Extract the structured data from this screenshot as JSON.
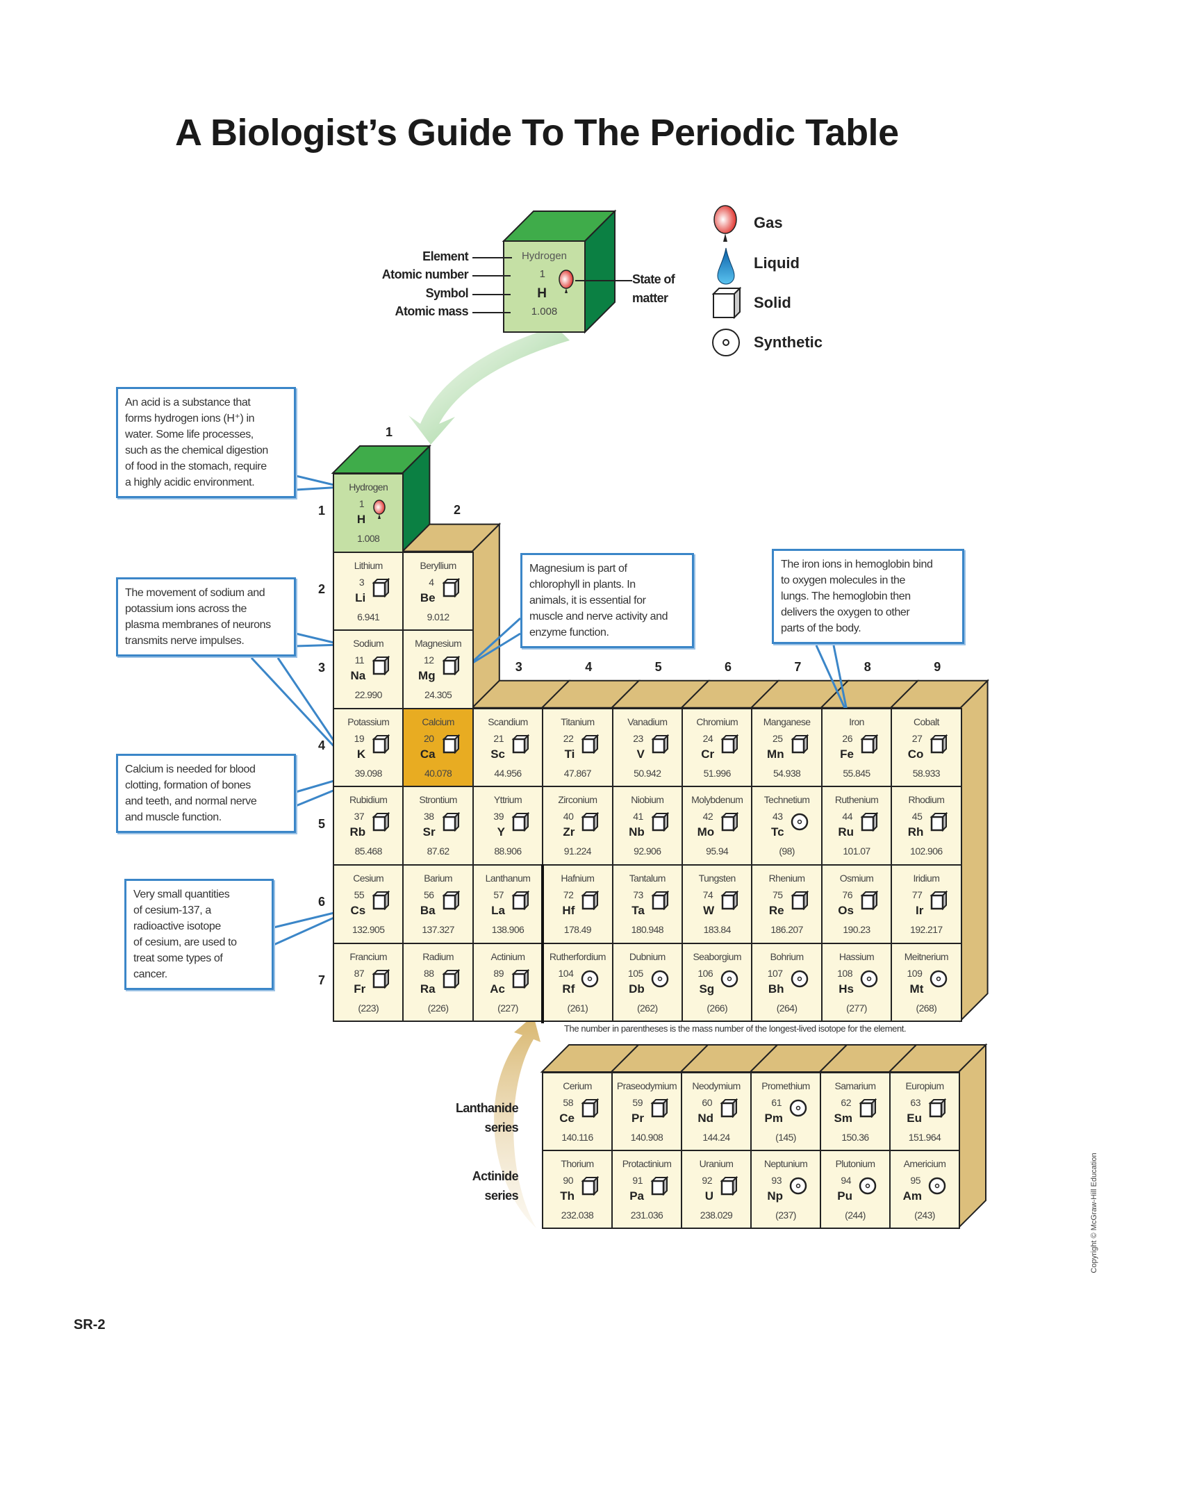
{
  "title": "A Biologist’s Guide To The Periodic Table",
  "key": {
    "element_label": "Element",
    "atomic_number_label": "Atomic number",
    "symbol_label": "Symbol",
    "atomic_mass_label": "Atomic mass",
    "state_label_1": "State of",
    "state_label_2": "matter",
    "sample": {
      "name": "Hydrogen",
      "number": "1",
      "symbol": "H",
      "mass": "1.008",
      "state": "gas"
    }
  },
  "legend": [
    {
      "icon": "gas",
      "label": "Gas"
    },
    {
      "icon": "liquid",
      "label": "Liquid"
    },
    {
      "icon": "solid",
      "label": "Solid"
    },
    {
      "icon": "synthetic",
      "label": "Synthetic"
    }
  ],
  "group_numbers": [
    "1",
    "2",
    "3",
    "4",
    "5",
    "6",
    "7",
    "8",
    "9"
  ],
  "period_numbers": [
    "1",
    "2",
    "3",
    "4",
    "5",
    "6",
    "7"
  ],
  "elements": [
    {
      "name": "Hydrogen",
      "number": "1",
      "symbol": "H",
      "mass": "1.008",
      "state": "gas",
      "period": 1,
      "group": 1
    },
    {
      "name": "Lithium",
      "number": "3",
      "symbol": "Li",
      "mass": "6.941",
      "state": "solid",
      "period": 2,
      "group": 1
    },
    {
      "name": "Beryllium",
      "number": "4",
      "symbol": "Be",
      "mass": "9.012",
      "state": "solid",
      "period": 2,
      "group": 2
    },
    {
      "name": "Sodium",
      "number": "11",
      "symbol": "Na",
      "mass": "22.990",
      "state": "solid",
      "period": 3,
      "group": 1
    },
    {
      "name": "Magnesium",
      "number": "12",
      "symbol": "Mg",
      "mass": "24.305",
      "state": "solid",
      "period": 3,
      "group": 2
    },
    {
      "name": "Potassium",
      "number": "19",
      "symbol": "K",
      "mass": "39.098",
      "state": "solid",
      "period": 4,
      "group": 1
    },
    {
      "name": "Calcium",
      "number": "20",
      "symbol": "Ca",
      "mass": "40.078",
      "state": "solid",
      "period": 4,
      "group": 2,
      "highlight": true
    },
    {
      "name": "Scandium",
      "number": "21",
      "symbol": "Sc",
      "mass": "44.956",
      "state": "solid",
      "period": 4,
      "group": 3
    },
    {
      "name": "Titanium",
      "number": "22",
      "symbol": "Ti",
      "mass": "47.867",
      "state": "solid",
      "period": 4,
      "group": 4
    },
    {
      "name": "Vanadium",
      "number": "23",
      "symbol": "V",
      "mass": "50.942",
      "state": "solid",
      "period": 4,
      "group": 5
    },
    {
      "name": "Chromium",
      "number": "24",
      "symbol": "Cr",
      "mass": "51.996",
      "state": "solid",
      "period": 4,
      "group": 6
    },
    {
      "name": "Manganese",
      "number": "25",
      "symbol": "Mn",
      "mass": "54.938",
      "state": "solid",
      "period": 4,
      "group": 7
    },
    {
      "name": "Iron",
      "number": "26",
      "symbol": "Fe",
      "mass": "55.845",
      "state": "solid",
      "period": 4,
      "group": 8
    },
    {
      "name": "Cobalt",
      "number": "27",
      "symbol": "Co",
      "mass": "58.933",
      "state": "solid",
      "period": 4,
      "group": 9
    },
    {
      "name": "Rubidium",
      "number": "37",
      "symbol": "Rb",
      "mass": "85.468",
      "state": "solid",
      "period": 5,
      "group": 1
    },
    {
      "name": "Strontium",
      "number": "38",
      "symbol": "Sr",
      "mass": "87.62",
      "state": "solid",
      "period": 5,
      "group": 2
    },
    {
      "name": "Yttrium",
      "number": "39",
      "symbol": "Y",
      "mass": "88.906",
      "state": "solid",
      "period": 5,
      "group": 3
    },
    {
      "name": "Zirconium",
      "number": "40",
      "symbol": "Zr",
      "mass": "91.224",
      "state": "solid",
      "period": 5,
      "group": 4
    },
    {
      "name": "Niobium",
      "number": "41",
      "symbol": "Nb",
      "mass": "92.906",
      "state": "solid",
      "period": 5,
      "group": 5
    },
    {
      "name": "Molybdenum",
      "number": "42",
      "symbol": "Mo",
      "mass": "95.94",
      "state": "solid",
      "period": 5,
      "group": 6
    },
    {
      "name": "Technetium",
      "number": "43",
      "symbol": "Tc",
      "mass": "(98)",
      "state": "synthetic",
      "period": 5,
      "group": 7
    },
    {
      "name": "Ruthenium",
      "number": "44",
      "symbol": "Ru",
      "mass": "101.07",
      "state": "solid",
      "period": 5,
      "group": 8
    },
    {
      "name": "Rhodium",
      "number": "45",
      "symbol": "Rh",
      "mass": "102.906",
      "state": "solid",
      "period": 5,
      "group": 9
    },
    {
      "name": "Cesium",
      "number": "55",
      "symbol": "Cs",
      "mass": "132.905",
      "state": "solid",
      "period": 6,
      "group": 1
    },
    {
      "name": "Barium",
      "number": "56",
      "symbol": "Ba",
      "mass": "137.327",
      "state": "solid",
      "period": 6,
      "group": 2
    },
    {
      "name": "Lanthanum",
      "number": "57",
      "symbol": "La",
      "mass": "138.906",
      "state": "solid",
      "period": 6,
      "group": 3
    },
    {
      "name": "Hafnium",
      "number": "72",
      "symbol": "Hf",
      "mass": "178.49",
      "state": "solid",
      "period": 6,
      "group": 4
    },
    {
      "name": "Tantalum",
      "number": "73",
      "symbol": "Ta",
      "mass": "180.948",
      "state": "solid",
      "period": 6,
      "group": 5
    },
    {
      "name": "Tungsten",
      "number": "74",
      "symbol": "W",
      "mass": "183.84",
      "state": "solid",
      "period": 6,
      "group": 6
    },
    {
      "name": "Rhenium",
      "number": "75",
      "symbol": "Re",
      "mass": "186.207",
      "state": "solid",
      "period": 6,
      "group": 7
    },
    {
      "name": "Osmium",
      "number": "76",
      "symbol": "Os",
      "mass": "190.23",
      "state": "solid",
      "period": 6,
      "group": 8
    },
    {
      "name": "Iridium",
      "number": "77",
      "symbol": "Ir",
      "mass": "192.217",
      "state": "solid",
      "period": 6,
      "group": 9
    },
    {
      "name": "Francium",
      "number": "87",
      "symbol": "Fr",
      "mass": "(223)",
      "state": "solid",
      "period": 7,
      "group": 1
    },
    {
      "name": "Radium",
      "number": "88",
      "symbol": "Ra",
      "mass": "(226)",
      "state": "solid",
      "period": 7,
      "group": 2
    },
    {
      "name": "Actinium",
      "number": "89",
      "symbol": "Ac",
      "mass": "(227)",
      "state": "solid",
      "period": 7,
      "group": 3
    },
    {
      "name": "Rutherfordium",
      "number": "104",
      "symbol": "Rf",
      "mass": "(261)",
      "state": "synthetic",
      "period": 7,
      "group": 4
    },
    {
      "name": "Dubnium",
      "number": "105",
      "symbol": "Db",
      "mass": "(262)",
      "state": "synthetic",
      "period": 7,
      "group": 5
    },
    {
      "name": "Seaborgium",
      "number": "106",
      "symbol": "Sg",
      "mass": "(266)",
      "state": "synthetic",
      "period": 7,
      "group": 6
    },
    {
      "name": "Bohrium",
      "number": "107",
      "symbol": "Bh",
      "mass": "(264)",
      "state": "synthetic",
      "period": 7,
      "group": 7
    },
    {
      "name": "Hassium",
      "number": "108",
      "symbol": "Hs",
      "mass": "(277)",
      "state": "synthetic",
      "period": 7,
      "group": 8
    },
    {
      "name": "Meitnerium",
      "number": "109",
      "symbol": "Mt",
      "mass": "(268)",
      "state": "synthetic",
      "period": 7,
      "group": 9
    }
  ],
  "note": "The number in parentheses is the mass number of the longest-lived isotope for the element.",
  "series_labels": {
    "lanthanide_1": "Lanthanide",
    "lanthanide_2": "series",
    "actinide_1": "Actinide",
    "actinide_2": "series"
  },
  "lanthanides": [
    {
      "name": "Cerium",
      "number": "58",
      "symbol": "Ce",
      "mass": "140.116",
      "state": "solid"
    },
    {
      "name": "Praseodymium",
      "number": "59",
      "symbol": "Pr",
      "mass": "140.908",
      "state": "solid"
    },
    {
      "name": "Neodymium",
      "number": "60",
      "symbol": "Nd",
      "mass": "144.24",
      "state": "solid"
    },
    {
      "name": "Promethium",
      "number": "61",
      "symbol": "Pm",
      "mass": "(145)",
      "state": "synthetic"
    },
    {
      "name": "Samarium",
      "number": "62",
      "symbol": "Sm",
      "mass": "150.36",
      "state": "solid"
    },
    {
      "name": "Europium",
      "number": "63",
      "symbol": "Eu",
      "mass": "151.964",
      "state": "solid"
    }
  ],
  "actinides": [
    {
      "name": "Thorium",
      "number": "90",
      "symbol": "Th",
      "mass": "232.038",
      "state": "solid"
    },
    {
      "name": "Protactinium",
      "number": "91",
      "symbol": "Pa",
      "mass": "231.036",
      "state": "solid"
    },
    {
      "name": "Uranium",
      "number": "92",
      "symbol": "U",
      "mass": "238.029",
      "state": "solid"
    },
    {
      "name": "Neptunium",
      "number": "93",
      "symbol": "Np",
      "mass": "(237)",
      "state": "synthetic"
    },
    {
      "name": "Plutonium",
      "number": "94",
      "symbol": "Pu",
      "mass": "(244)",
      "state": "synthetic"
    },
    {
      "name": "Americium",
      "number": "95",
      "symbol": "Am",
      "mass": "(243)",
      "state": "synthetic"
    }
  ],
  "callouts": [
    {
      "topic": "hydrogen",
      "lines": [
        "An acid is a substance that",
        "forms hydrogen ions (H⁺) in",
        "water. Some life processes,",
        "such as the chemical digestion",
        "of food in the stomach, require",
        "a highly acidic environment."
      ]
    },
    {
      "topic": "sodium-potassium",
      "lines": [
        "The movement of sodium and",
        "potassium ions across the",
        "plasma membranes of neurons",
        "transmits nerve impulses."
      ]
    },
    {
      "topic": "calcium",
      "lines": [
        "Calcium is needed for blood",
        "clotting, formation of bones",
        "and teeth, and normal nerve",
        "and muscle function."
      ]
    },
    {
      "topic": "cesium",
      "lines": [
        "Very small quantities",
        "of cesium-137, a",
        "radioactive isotope",
        "of cesium, are used to",
        "treat some types of",
        "cancer."
      ]
    },
    {
      "topic": "magnesium",
      "lines": [
        "Magnesium is part of",
        "chlorophyll in plants. In",
        "animals, it is essential for",
        "muscle and nerve activity and",
        "enzyme function."
      ]
    },
    {
      "topic": "iron",
      "lines": [
        "The iron ions in hemoglobin bind",
        "to oxygen molecules in the",
        "lungs. The hemoglobin then",
        "delivers the oxygen to other",
        "parts of the body."
      ]
    }
  ],
  "page_number": "SR-2",
  "copyright": "Copyright © McGraw-Hill Education",
  "colors": {
    "cell": "#fcf7dc",
    "tan": "#dcbf7c",
    "calcium": "#e8ac22",
    "h_front": "#c5e0a5",
    "h_top": "#3fac4a",
    "h_side": "#0b8043",
    "callout": "#3b86c8"
  }
}
